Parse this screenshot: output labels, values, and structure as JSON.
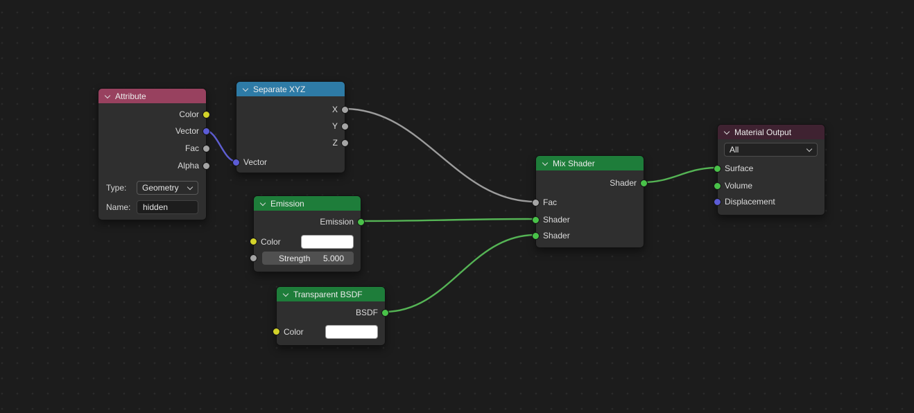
{
  "canvas": {
    "background_color": "#1c1c1c",
    "grid_dot_color": "#2a2a2a"
  },
  "socket_colors": {
    "color_yellow": "#d3d32a",
    "vector_purple": "#5c5cd6",
    "value_gray": "#a5a5a5",
    "shader_green": "#49c249"
  },
  "nodes": [
    {
      "title": "Attribute",
      "header_color": "#98415f",
      "outputs": [
        {
          "label": "Color"
        },
        {
          "label": "Vector"
        },
        {
          "label": "Fac"
        },
        {
          "label": "Alpha"
        }
      ],
      "fields": [
        {
          "label": "Type:",
          "value": "Geometry"
        },
        {
          "label": "Name:",
          "value": "hidden"
        }
      ]
    },
    {
      "title": "Separate XYZ",
      "header_color": "#2e7ba6",
      "outputs": [
        {
          "label": "X"
        },
        {
          "label": "Y"
        },
        {
          "label": "Z"
        }
      ],
      "inputs": [
        {
          "label": "Vector"
        }
      ]
    },
    {
      "title": "Emission",
      "header_color": "#1e7d3a",
      "outputs": [
        {
          "label": "Emission"
        }
      ],
      "inputs": [
        {
          "label": "Color",
          "swatch_color": "#ffffff"
        },
        {
          "label": "Strength",
          "value": "5.000"
        }
      ]
    },
    {
      "title": "Transparent BSDF",
      "header_color": "#1e7d3a",
      "outputs": [
        {
          "label": "BSDF"
        }
      ],
      "inputs": [
        {
          "label": "Color",
          "swatch_color": "#ffffff"
        }
      ]
    },
    {
      "title": "Mix Shader",
      "header_color": "#1e7d3a",
      "outputs": [
        {
          "label": "Shader"
        }
      ],
      "inputs": [
        {
          "label": "Fac"
        },
        {
          "label": "Shader"
        },
        {
          "label": "Shader"
        }
      ]
    },
    {
      "title": "Material Output",
      "header_color": "#3f2231",
      "target_dropdown": "All",
      "inputs": [
        {
          "label": "Surface"
        },
        {
          "label": "Volume"
        },
        {
          "label": "Displacement"
        }
      ]
    }
  ],
  "links": [
    {
      "from": "Attribute.Vector",
      "to": "Separate XYZ.Vector",
      "color": "#5f5fd3"
    },
    {
      "from": "Separate XYZ.X",
      "to": "Mix Shader.Fac",
      "color": "#9c9c9c"
    },
    {
      "from": "Emission.Emission",
      "to": "Mix Shader.Shader",
      "color": "#55b455"
    },
    {
      "from": "Transparent BSDF.BSDF",
      "to": "Mix Shader.Shader_2",
      "color": "#55b455"
    },
    {
      "from": "Mix Shader.Shader",
      "to": "Material Output.Surface",
      "color": "#55b455"
    }
  ]
}
